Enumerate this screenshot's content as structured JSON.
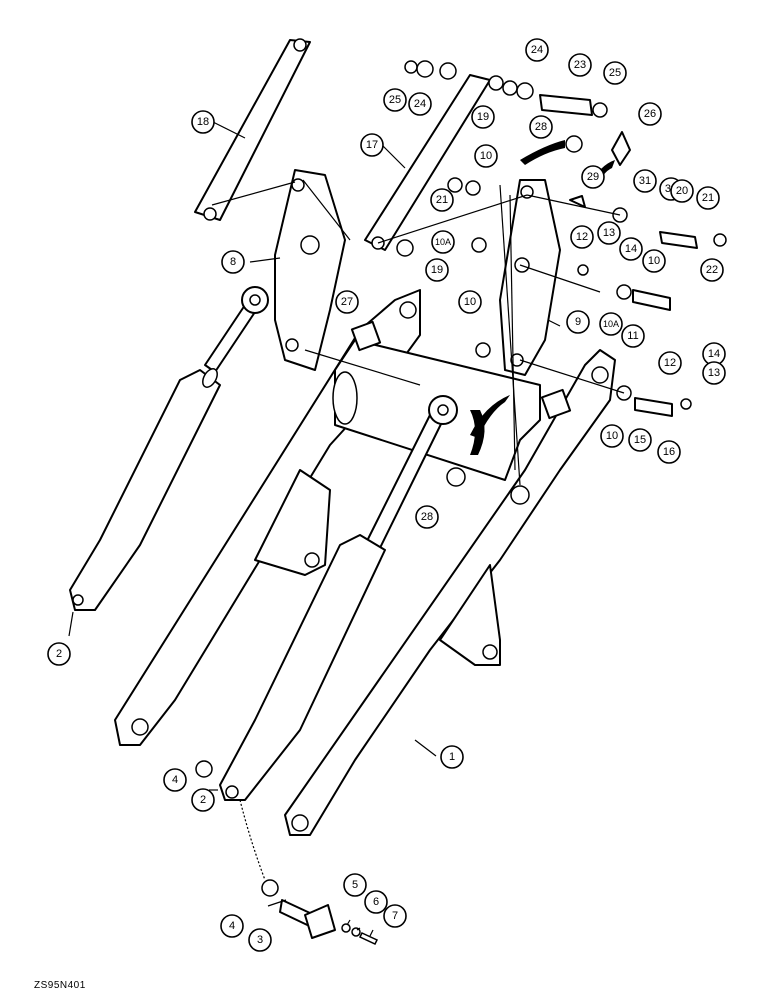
{
  "figure_code": "ZS95N401",
  "callouts": [
    "18",
    "25",
    "24",
    "24",
    "19",
    "23",
    "25",
    "26",
    "28",
    "17",
    "10",
    "21",
    "29",
    "31",
    "30",
    "20",
    "21",
    "8",
    "10A",
    "12",
    "13",
    "14",
    "22",
    "10",
    "27",
    "19",
    "10",
    "9",
    "10A",
    "11",
    "12",
    "14",
    "13",
    "2",
    "10",
    "15",
    "16",
    "28",
    "1",
    "4",
    "2",
    "4",
    "5",
    "6",
    "3",
    "7"
  ]
}
